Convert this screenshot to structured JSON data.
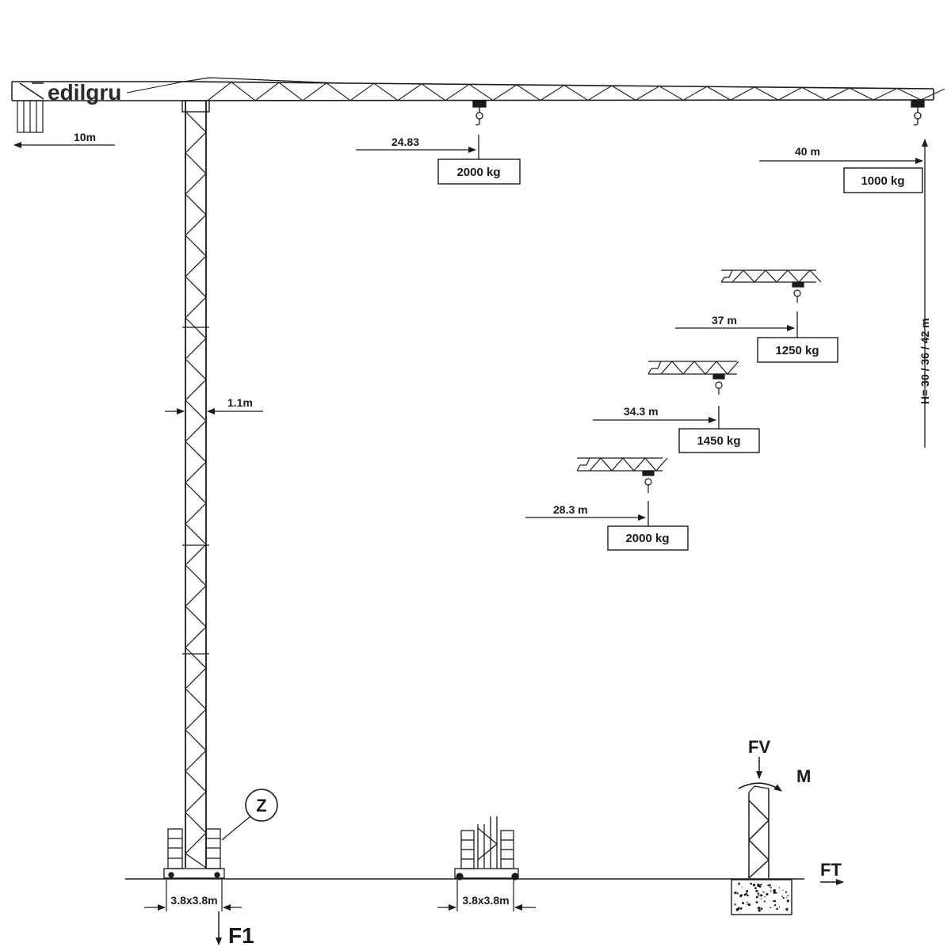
{
  "watermark": "edilgru",
  "counter_jib_dim": "10m",
  "mast_width_dim": "1.1m",
  "height_dim": "H= 30 / 36 / 42 m",
  "load_points": [
    {
      "radius": "24.83",
      "load": "2000 kg"
    },
    {
      "radius": "40 m",
      "load": "1000 kg"
    },
    {
      "radius": "37 m",
      "load": "1250 kg"
    },
    {
      "radius": "34.3 m",
      "load": "1450 kg"
    },
    {
      "radius": "28.3 m",
      "load": "2000 kg"
    }
  ],
  "base_dims": [
    "3.8x3.8m",
    "3.8x3.8m"
  ],
  "marker_z": "Z",
  "forces": {
    "f1": "F1",
    "fv": "FV",
    "m": "M",
    "ft": "FT"
  },
  "colors": {
    "ink": "#1a1a1a",
    "paper": "#ffffff"
  }
}
